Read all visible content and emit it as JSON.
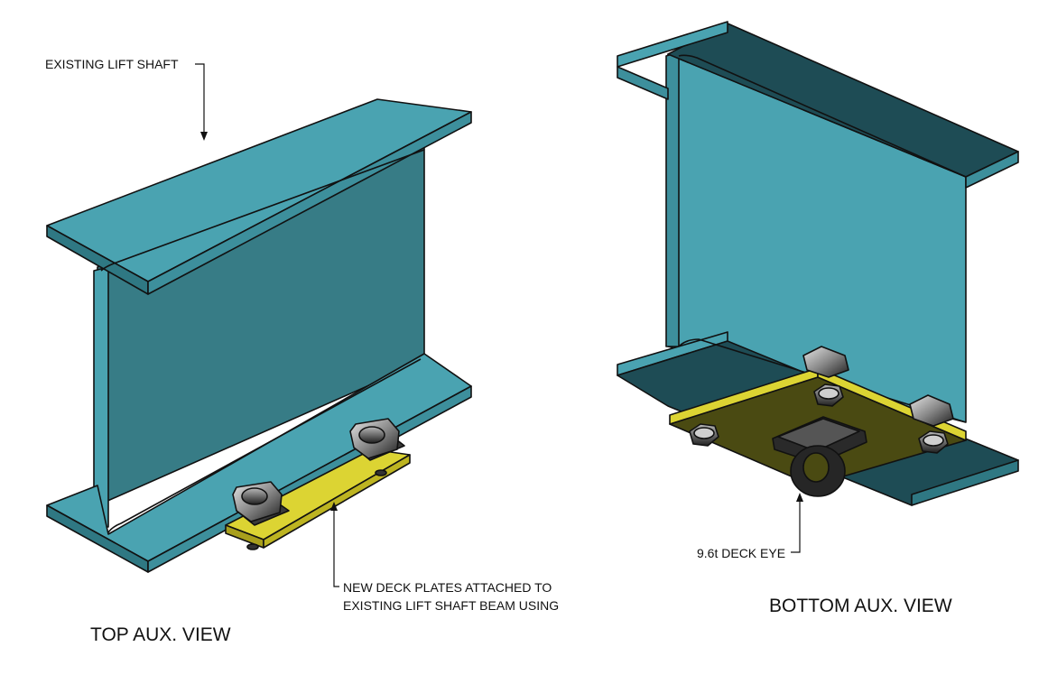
{
  "labels": {
    "existing_lift_shaft": "EXISTING LIFT SHAFT",
    "new_deck_plates_line1": "NEW DECK PLATES ATTACHED TO",
    "new_deck_plates_line2": "EXISTING LIFT SHAFT BEAM USING",
    "deck_eye": "9.6t DECK EYE",
    "top_view": "TOP AUX. VIEW",
    "bottom_view": "BOTTOM AUX. VIEW"
  },
  "colors": {
    "beam_light": "#4aa3b1",
    "beam_mid": "#3d8f9c",
    "beam_dark": "#2f7883",
    "beam_shadow": "#1e4c55",
    "plate_light": "#dcd433",
    "plate_dark": "#4a4a12",
    "clamp_dark": "#2b2b2b",
    "clamp_light": "#9a9a9a"
  }
}
